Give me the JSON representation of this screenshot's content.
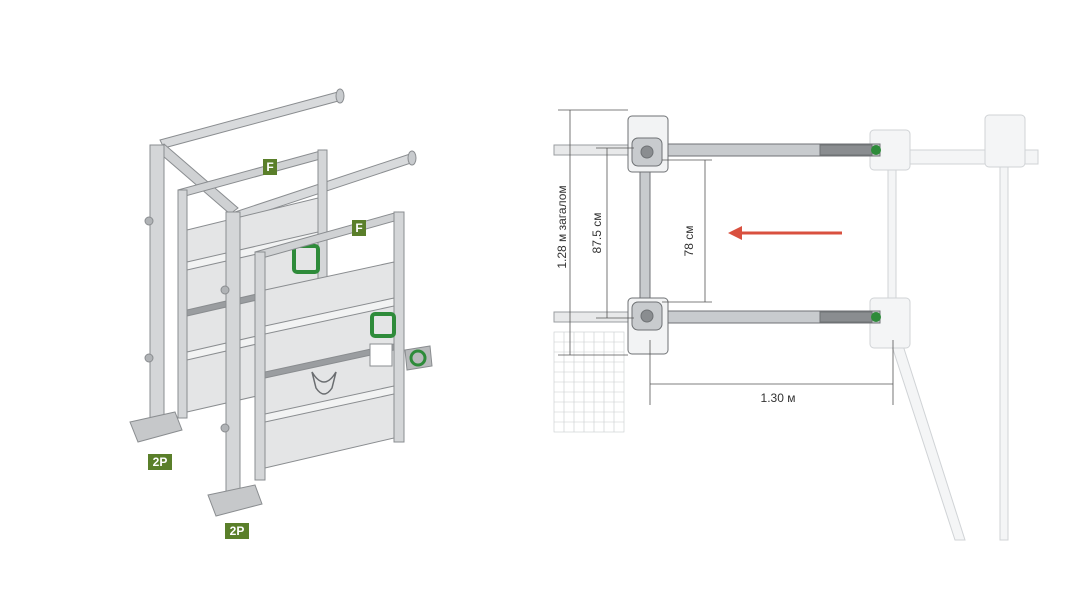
{
  "badges": {
    "f_back": "F",
    "f_front": "F",
    "p_back": "2P",
    "p_front": "2P"
  },
  "dimensions": {
    "total_height": "1.28 м загалом",
    "inner_height": "87.5 см",
    "opening": "78 см",
    "width": "1.30 м"
  },
  "colors": {
    "badge_green": "#5a7f2a",
    "accent_green": "#2e8b3a",
    "arrow_red": "#d9503f",
    "steel": "#c8cbce",
    "steel_dark": "#8a8d90",
    "panel": "#e4e5e6"
  },
  "arrow": {
    "direction": "left"
  }
}
